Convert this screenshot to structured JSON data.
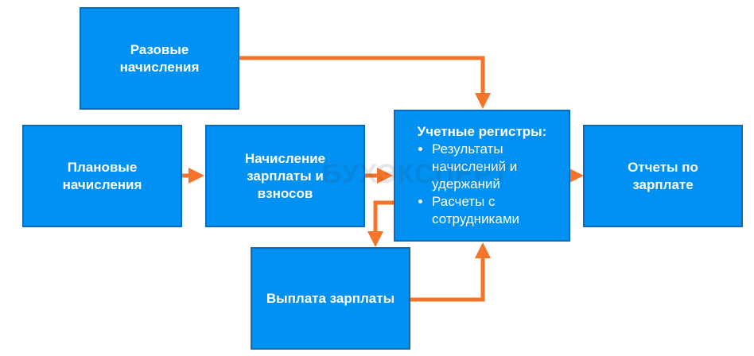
{
  "boxes": {
    "one_time": "Разовые\nначисления",
    "planned": "Плановые\nначисления",
    "payroll": "Начисление\nзарплаты и\nвзносов",
    "registers_title": "Учетные регистры:",
    "registers_items": [
      "Результаты\nначислений и\nудержаний",
      "Расчеты с\nсотрудниками"
    ],
    "reports": "Отчеты по\nзарплате",
    "payout": "Выплата зарплаты"
  },
  "watermark": "БУХЭКСПЕРТ",
  "colors": {
    "box": "#0091f2",
    "border": "#0a6cba",
    "arrow": "#f47429"
  }
}
